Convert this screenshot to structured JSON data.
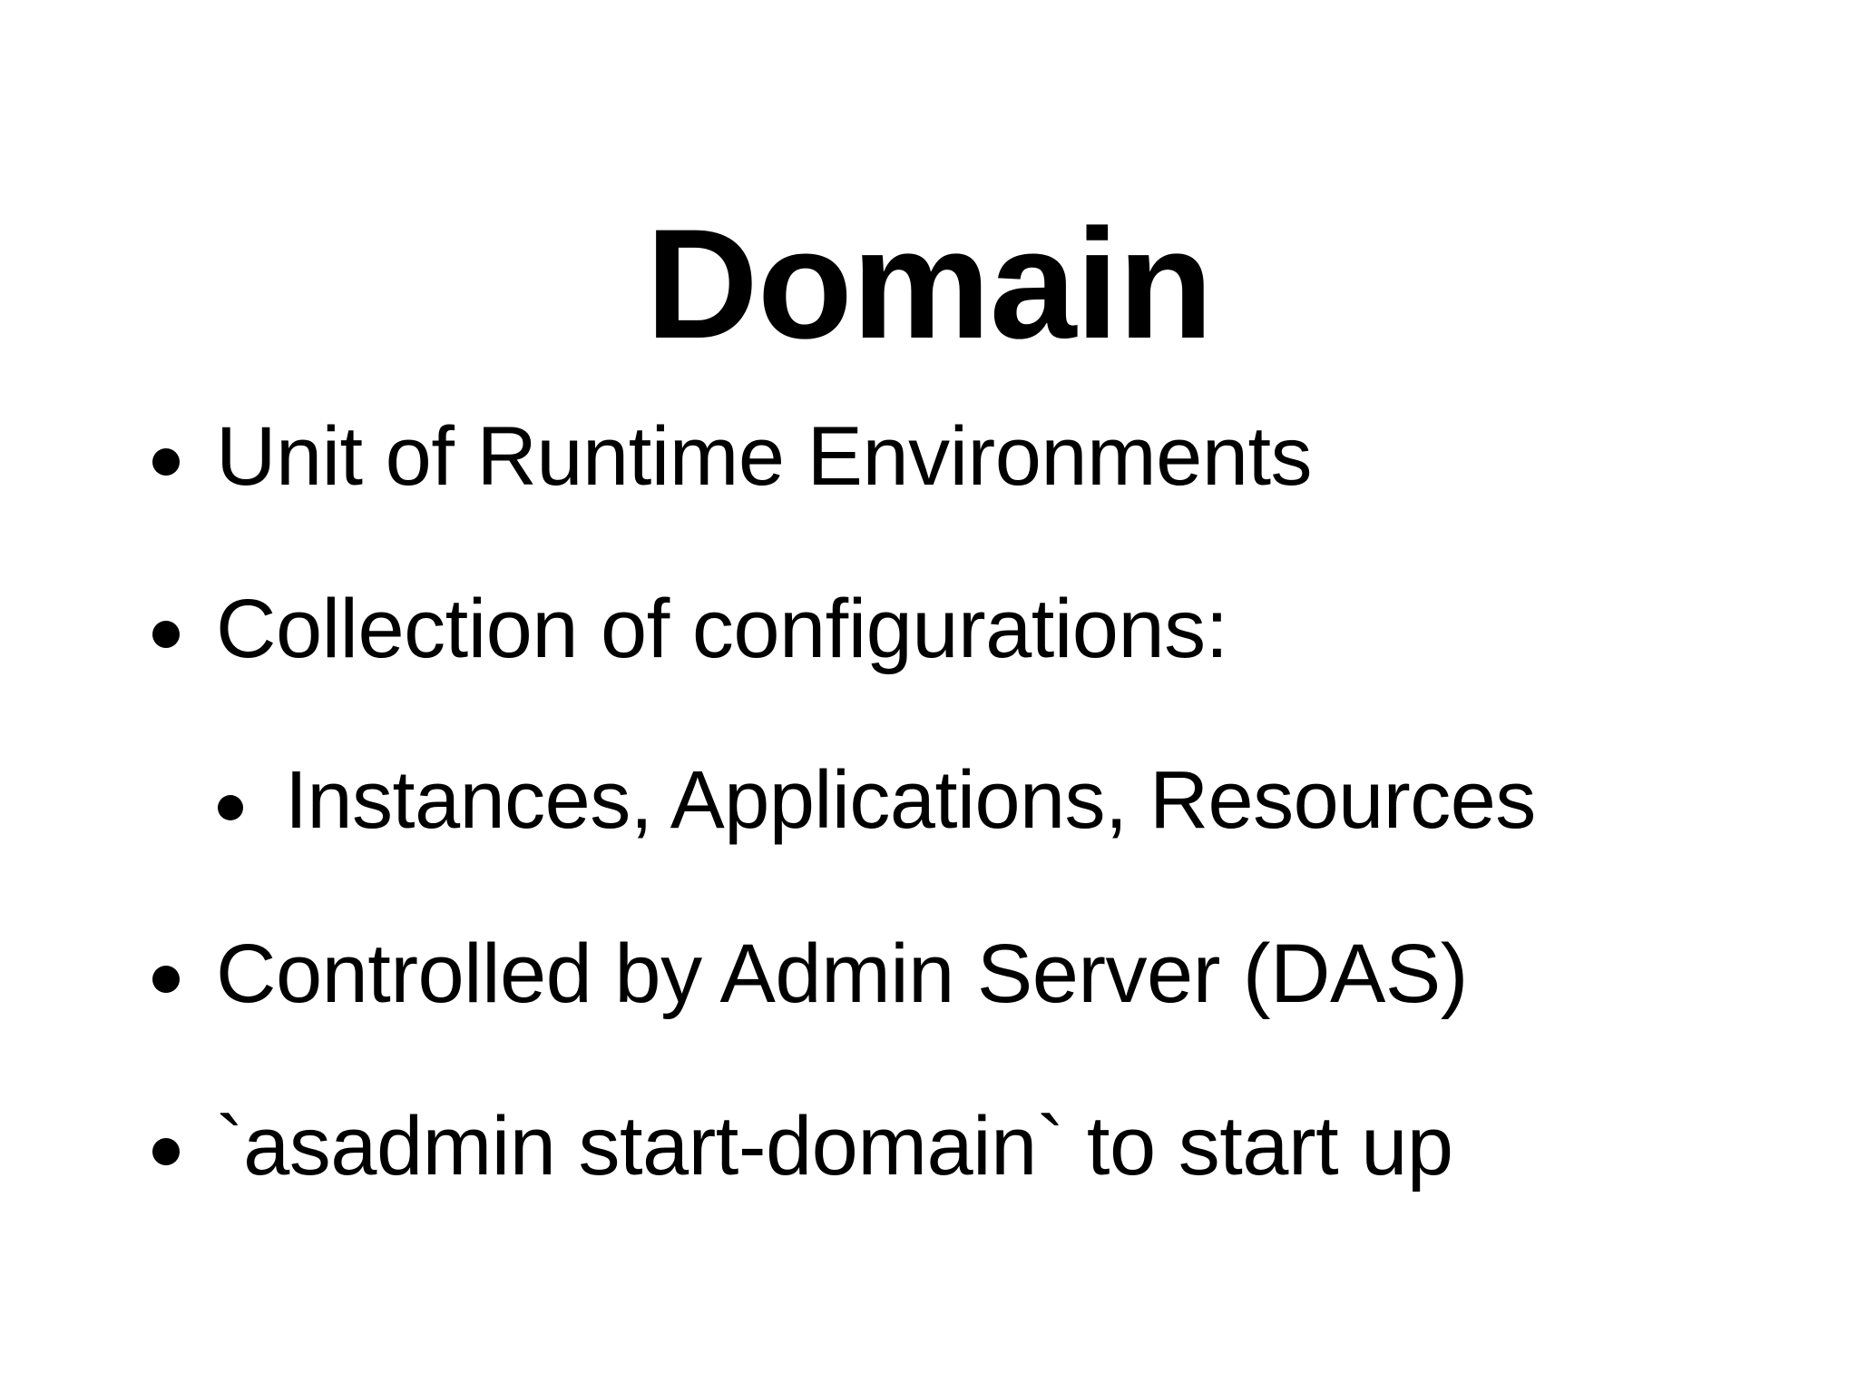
{
  "slide": {
    "title": "Domain",
    "background_color": "#ffffff",
    "text_color": "#000000",
    "bullets": [
      {
        "level": 1,
        "marker": "filled-circle",
        "text": "Unit of Runtime Environments"
      },
      {
        "level": 1,
        "marker": "filled-circle",
        "text": "Collection of configurations:"
      },
      {
        "level": 2,
        "marker": "filled-circle",
        "text": "Instances, Applications, Resources"
      },
      {
        "level": 1,
        "marker": "filled-circle",
        "text": "Controlled by Admin Server (DAS)"
      },
      {
        "level": 1,
        "marker": "filled-circle",
        "text": "`asadmin start-domain` to start up"
      }
    ]
  }
}
